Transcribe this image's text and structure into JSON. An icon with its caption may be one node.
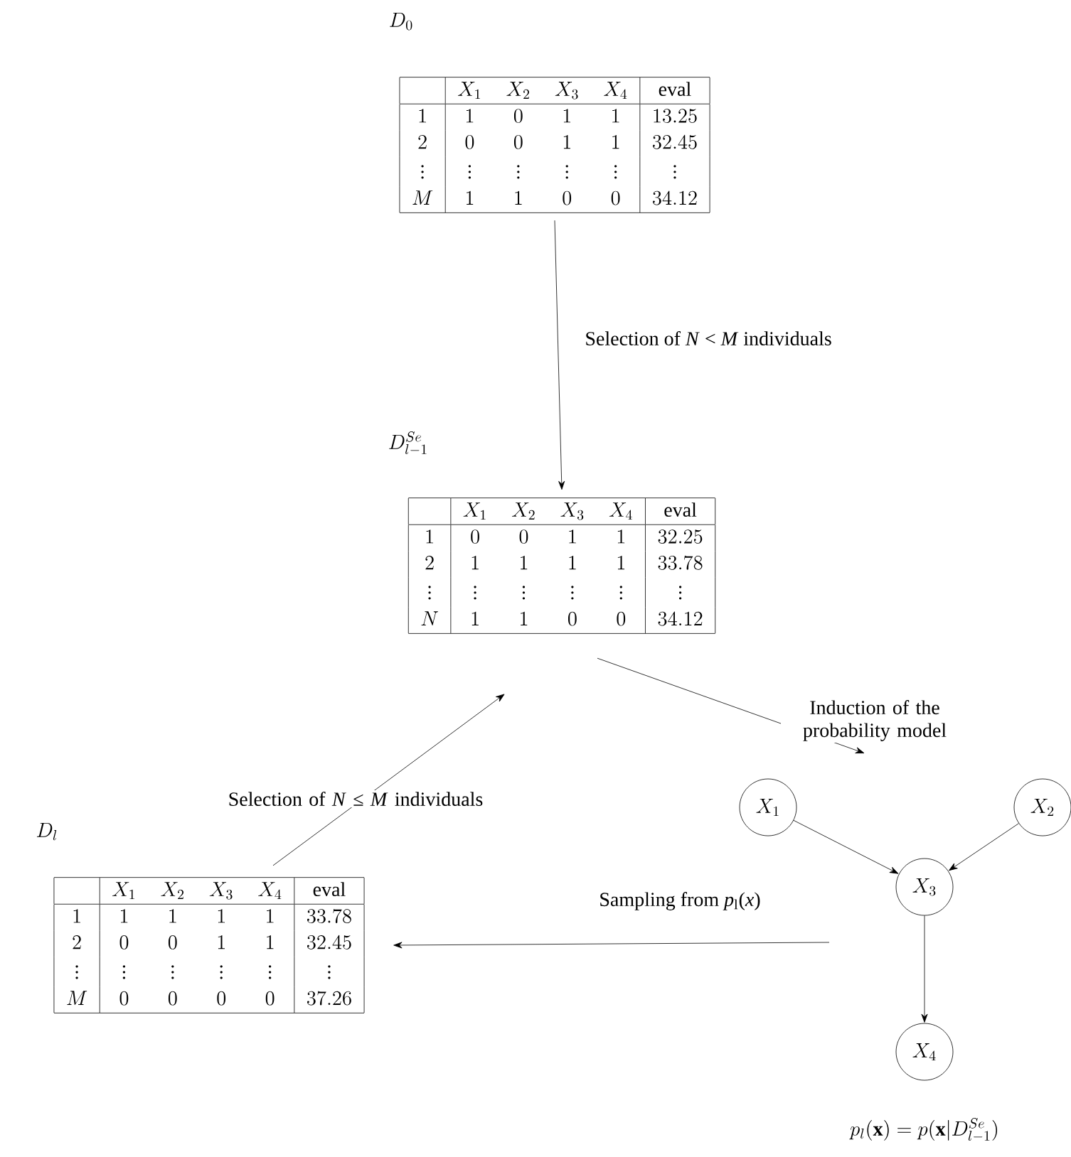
{
  "diagram": {
    "nodes": [
      {
        "text": [
          "D_0",
          "X_1",
          "X_2",
          "X_3",
          "X_4",
          "eval",
          "1",
          "1",
          "0",
          "1",
          "1",
          "13.25",
          "2",
          "0",
          "0",
          "1",
          "1",
          "32.45",
          "\\vdots",
          "\\vdots",
          "\\vdots",
          "\\vdots",
          "\\vdots",
          "\\vdots",
          "M",
          "1",
          "1",
          "0",
          "0",
          "34.12"
        ]
      },
      {
        "text": [
          "D^{Se}_{l-1}",
          "X_1",
          "X_2",
          "X_3",
          "X_4",
          "eval",
          "1",
          "0",
          "0",
          "1",
          "1",
          "32.25",
          "2",
          "1",
          "1",
          "1",
          "1",
          "33.78",
          "\\vdots",
          "\\vdots",
          "\\vdots",
          "\\vdots",
          "\\vdots",
          "\\vdots",
          "N",
          "1",
          "1",
          "0",
          "0",
          "34.12"
        ]
      },
      {
        "text": [
          "X_1"
        ]
      },
      {
        "text": [
          "X_2"
        ]
      },
      {
        "text": [
          "X_3"
        ]
      },
      {
        "text": [
          "D_l",
          "X_1",
          "X_2",
          "X_3",
          "X_4",
          "eval",
          "1",
          "1",
          "1",
          "1",
          "1",
          "33.78",
          "2",
          "0",
          "0",
          "1",
          "1",
          "32.45",
          "\\vdots",
          "\\vdots",
          "\\vdots",
          "\\vdots",
          "\\vdots",
          "\\vdots",
          "M",
          "0",
          "0",
          "0",
          "0",
          "37.26"
        ]
      },
      {
        "text": [
          "X_4"
        ]
      }
    ],
    "edges": [
      {
        "from": 0,
        "to": 1,
        "arrow": "to",
        "label": "Selection of *N* < *M* individuals"
      },
      {
        "from": 1,
        "to": null,
        "arrow": "to",
        "label": "Induction of the probability model"
      },
      {
        "from": 5,
        "to": 1,
        "arrow": "to",
        "label": "Selection of *N* ≤ *M* individuals"
      },
      {
        "from": 2,
        "to": 4,
        "arrow": "to"
      },
      {
        "from": 3,
        "to": 4,
        "arrow": "to"
      },
      {
        "from": 4,
        "to": 6,
        "arrow": "to"
      },
      {
        "from": null,
        "to": 5,
        "arrow": "to",
        "label": "Sampling from *p*$_{l}$(*x*)"
      }
    ],
    "labels": [
      "p_l(\\mathbf{x}) = p(\\mathbf{x}|D^{Se}_{l-1})"
    ]
  }
}
